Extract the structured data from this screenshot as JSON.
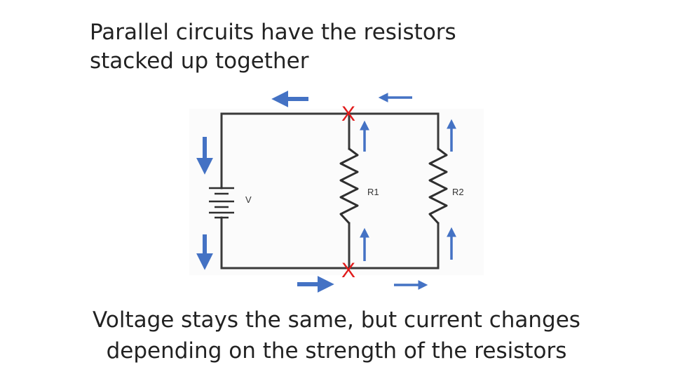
{
  "slide": {
    "title_lines": [
      "Parallel circuits have the resistors",
      "stacked up together"
    ],
    "caption_lines": [
      "Voltage stays the same, but current changes",
      "depending on the strength of the resistors"
    ]
  },
  "circuit": {
    "battery_label": "V",
    "resistor1_label": "R1",
    "resistor2_label": "R2",
    "junction_mark": "X"
  },
  "colors": {
    "arrow": "#4472c4",
    "junction_mark": "#e11b1b",
    "wire": "#3a3a3a",
    "text": "#222222"
  },
  "icons": {
    "current_arrow": "arrow-icon",
    "junction": "cross-mark-icon"
  }
}
